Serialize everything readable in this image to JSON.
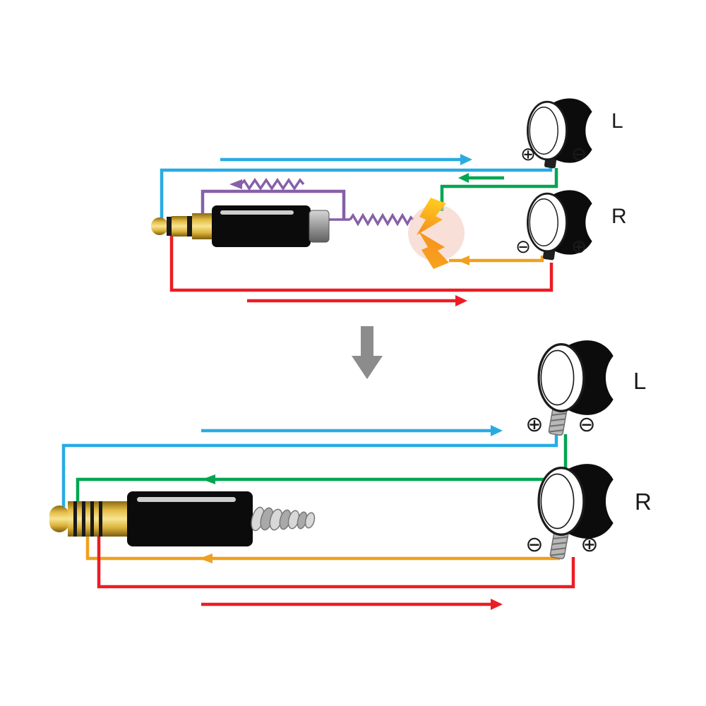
{
  "colors": {
    "blue": "#29abe2",
    "green": "#00a651",
    "orange": "#f0a01e",
    "red": "#ed1c24",
    "purple": "#8660a8",
    "transition_gray": "#8c8c8c",
    "glow_pink": "#f3c7b8",
    "bolt_orange": "#f7931e",
    "bolt_yellow": "#ffd21f",
    "jack_gold": "#d9b33c",
    "jack_black": "#0b0b0b"
  },
  "top_diagram": {
    "left_earbud": {
      "label": "L",
      "plus": "⊕",
      "minus": "⊖"
    },
    "right_earbud": {
      "label": "R",
      "plus": "⊕",
      "minus": "⊖"
    }
  },
  "bottom_diagram": {
    "left_earbud": {
      "label": "L",
      "plus": "⊕",
      "minus": "⊖"
    },
    "right_earbud": {
      "label": "R",
      "plus": "⊕",
      "minus": "⊖"
    }
  }
}
